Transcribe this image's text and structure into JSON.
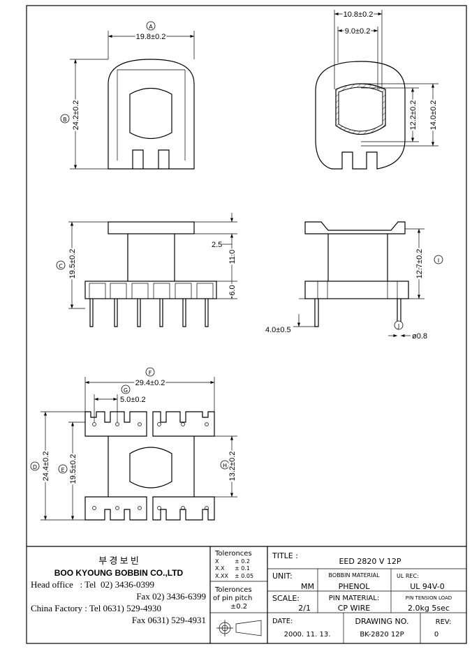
{
  "dimensions": {
    "A": {
      "marker": "A",
      "value": "19.8±0.2"
    },
    "B": {
      "marker": "B",
      "value": "24.2±0.2"
    },
    "outer_width": "10.8±0.2",
    "inner_width": "9.0±0.2",
    "inner_height": "12.2±0.2",
    "outer_height": "14.0±0.2",
    "C": {
      "marker": "C",
      "value": "19.5±0.2"
    },
    "flange_thk": "2.5",
    "core_len": "11.0",
    "base_h": "6.0",
    "I": {
      "marker": "I",
      "value": "12.7±0.2"
    },
    "pin_len": "4.0±0.5",
    "J": {
      "marker": "J",
      "value": "ø0.8"
    },
    "F": {
      "marker": "F",
      "value": "29.4±0.2"
    },
    "G": {
      "marker": "G",
      "value": "5.0±0.2"
    },
    "D": {
      "marker": "D",
      "value": "24.4±0.2"
    },
    "E": {
      "marker": "E",
      "value": "19.5±0.2"
    },
    "H": {
      "marker": "H",
      "value": "13.2±0.2"
    }
  },
  "company": {
    "korean_name": "부 경 보 빈",
    "name": "BOO KYOUNG BOBBIN CO.,LTD",
    "head_office_label": "Head office   : Tel  02) 3436-0399",
    "head_office_fax": "Fax  02) 3436-6399",
    "china_factory_label": "China Factory : Tel 0631) 529-4930",
    "china_factory_fax": "Fax 0631) 529-4931"
  },
  "tolerances": {
    "title": "Toleronces",
    "rows": [
      [
        "X",
        "± 0.2"
      ],
      [
        "X.X",
        "± 0.1"
      ],
      [
        "X.XX",
        "± 0.05"
      ]
    ],
    "pin_title_1": "Toleronces",
    "pin_title_2": "of pin pitch",
    "pin_value": "±0.2"
  },
  "title_block": {
    "title_label": "TITLE :",
    "title": "EED 2820 V 12P",
    "unit_label": "UNIT:",
    "unit": "MM",
    "bobbin_material_label": "BOBBIN MATERIAL",
    "bobbin_material": "PHENOL",
    "ul_label": "UL REC:",
    "ul": "UL 94V-0",
    "scale_label": "SCALE:",
    "scale": "2/1",
    "pin_material_label": "PIN MATERIAL:",
    "pin_material": "CP WIRE",
    "pin_tension_label": "PIN TENSION LOAD",
    "pin_tension": "2.0kg 5sec",
    "date_label": "DATE:",
    "date": "2000. 11. 13.",
    "drawing_no_label": "DRAWING NO.",
    "drawing_no": "BK-2820 12P",
    "rev_label": "REV:",
    "rev": "0"
  }
}
